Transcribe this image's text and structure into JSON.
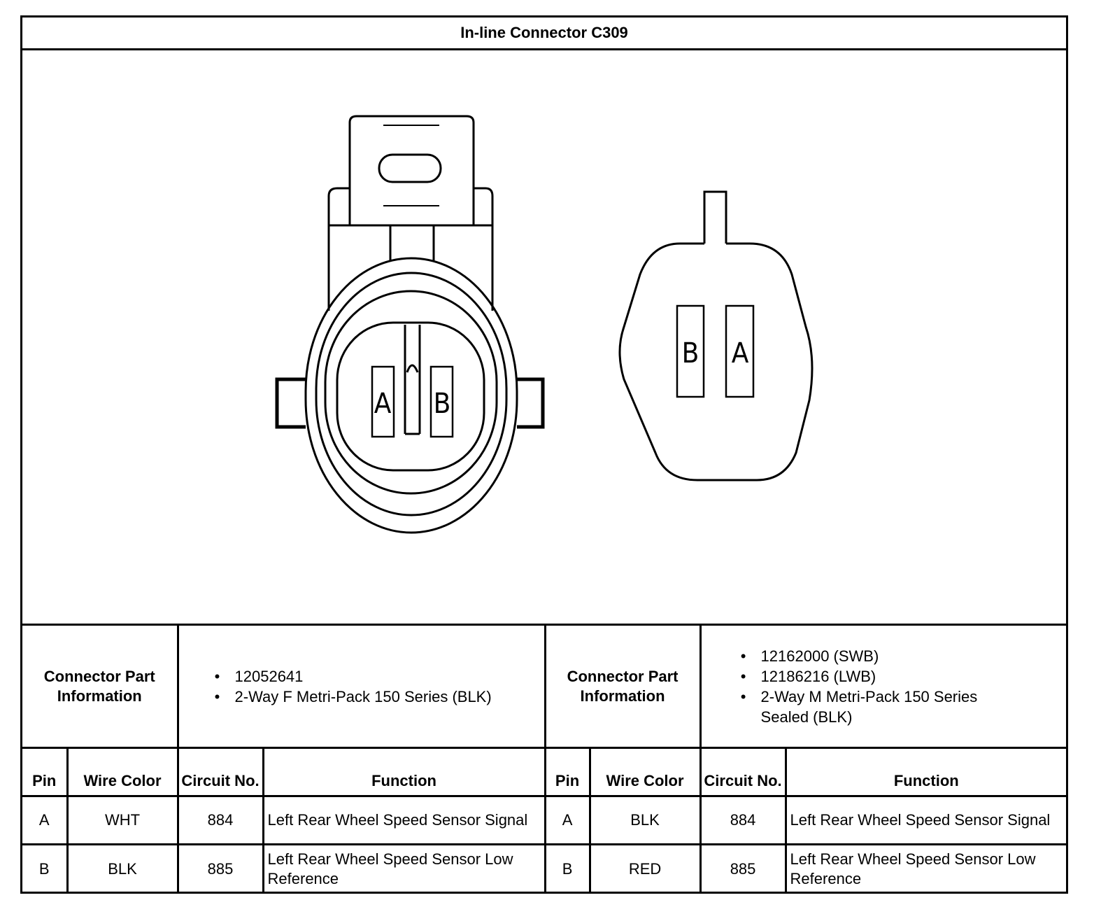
{
  "title": "In-line Connector C309",
  "connectors": [
    {
      "pins_drawn": [
        "A",
        "B"
      ],
      "part_info_label": "Connector Part Information",
      "part_info": [
        "12052641",
        "2-Way F Metri-Pack 150 Series (BLK)"
      ],
      "rows": [
        {
          "pin": "A",
          "wire_color": "WHT",
          "circuit": "884",
          "function": "Left Rear Wheel Speed Sensor Signal"
        },
        {
          "pin": "B",
          "wire_color": "BLK",
          "circuit": "885",
          "function": "Left Rear Wheel Speed Sensor Low Reference"
        }
      ]
    },
    {
      "pins_drawn": [
        "B",
        "A"
      ],
      "part_info_label": "Connector Part Information",
      "part_info": [
        "12162000 (SWB)",
        "12186216 (LWB)",
        "2-Way M Metri-Pack 150 Series Sealed (BLK)"
      ],
      "rows": [
        {
          "pin": "A",
          "wire_color": "BLK",
          "circuit": "884",
          "function": "Left Rear Wheel Speed Sensor Signal"
        },
        {
          "pin": "B",
          "wire_color": "RED",
          "circuit": "885",
          "function": "Left Rear Wheel Speed Sensor Low Reference"
        }
      ]
    }
  ],
  "headers": {
    "pin": "Pin",
    "wire_color": "Wire Color",
    "circuit": "Circuit No.",
    "function": "Function"
  },
  "bullet": "•"
}
